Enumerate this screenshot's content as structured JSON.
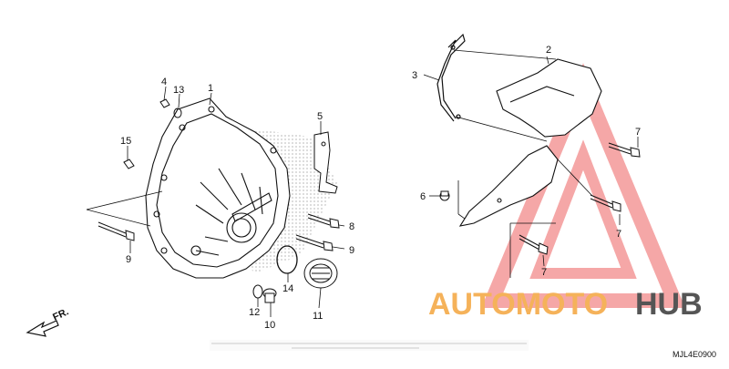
{
  "callouts": {
    "n1": "1",
    "n2": "2",
    "n3": "3",
    "n4": "4",
    "n5": "5",
    "n6": "6",
    "n7a": "7",
    "n7b": "7",
    "n7c": "7",
    "n8": "8",
    "n9a": "9",
    "n9b": "9",
    "n10": "10",
    "n11": "11",
    "n12": "12",
    "n13": "13",
    "n14": "14",
    "n15": "15"
  },
  "direction_label": "FR.",
  "diagram_code": "MJL4E0900",
  "watermark": {
    "part1": "AUTOMOTO",
    "part2": "HUB"
  },
  "colors": {
    "watermark_orange": "#f5b25a",
    "watermark_red": "#ee6060",
    "watermark_dark": "#555555",
    "line": "#111111"
  }
}
